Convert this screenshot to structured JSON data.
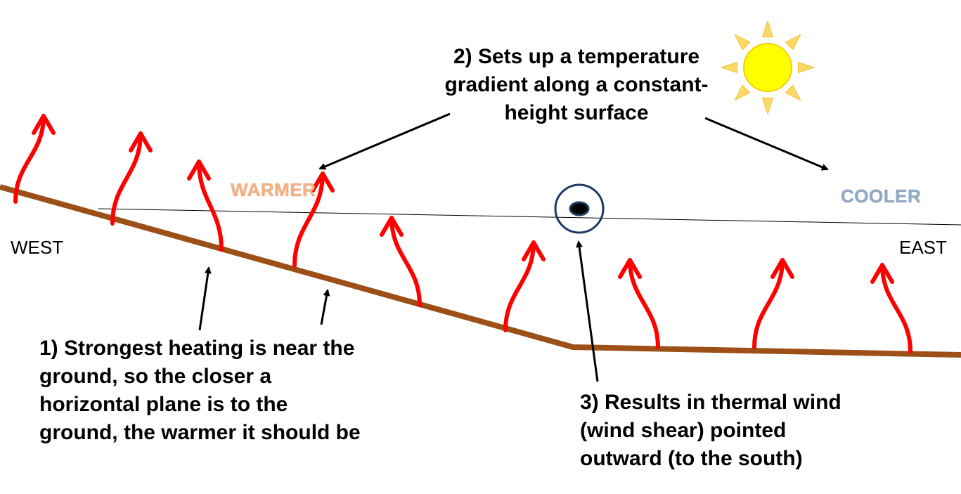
{
  "labels": {
    "west": "WEST",
    "east": "EAST",
    "warmer": "WARMER",
    "cooler": "COOLER"
  },
  "notes": {
    "note1": [
      "1) Strongest heating is near the",
      "ground, so the closer a",
      "horizontal plane is to the",
      "ground, the warmer it should be"
    ],
    "note2": [
      "2) Sets up a temperature",
      "gradient along a constant-",
      "height surface"
    ],
    "note3": [
      "3) Results in thermal wind",
      "(wind shear) pointed",
      "outward (to the south)"
    ]
  },
  "colors": {
    "ground": "#9c4f16",
    "heat_arrow": "#ff0000",
    "sun": "#ffff00",
    "sun_rays": "#ffd966",
    "wind_symbol": "#1f3864",
    "warmer": "#f4b183",
    "cooler": "#8fa9c4"
  },
  "icons": {
    "sun": "sun-icon",
    "wind": "wind-out-of-page-icon",
    "heat": "rising-heat-arrow-icon"
  }
}
